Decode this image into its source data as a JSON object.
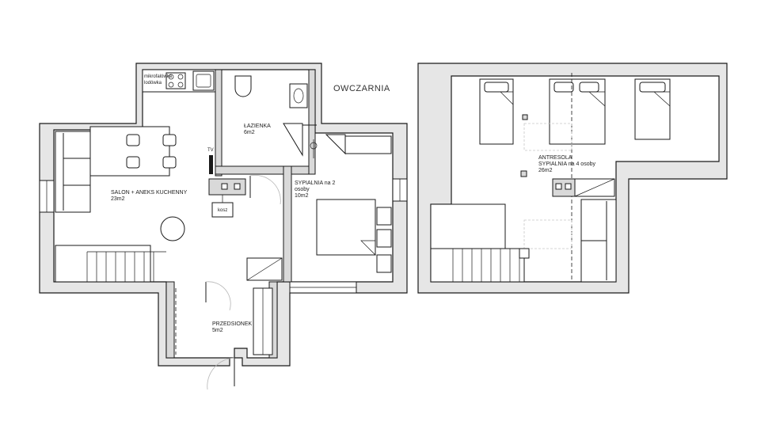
{
  "title": "OWCZARNIA",
  "ground_floor": {
    "kitchen_label_1": "mikrofalówka",
    "kitchen_label_2": "lodówka",
    "tv_label": "TV",
    "kosz_label": "kosz",
    "rooms": [
      {
        "id": "salon",
        "lines": [
          "SALON + ANEKS KUCHENNY",
          "23m2"
        ]
      },
      {
        "id": "lazienka",
        "lines": [
          "ŁAZIENKA",
          "6m2"
        ]
      },
      {
        "id": "sypialnia",
        "lines": [
          "SYPIALNIA na 2",
          "osoby",
          "10m2"
        ]
      },
      {
        "id": "przedsionek",
        "lines": [
          "PRZEDSIONEK",
          "5m2"
        ]
      }
    ]
  },
  "upper_floor": {
    "rooms": [
      {
        "id": "antresola",
        "lines": [
          "ANTRESOLA",
          "SYPIALNIA na 4 osoby",
          "26m2"
        ]
      }
    ]
  }
}
